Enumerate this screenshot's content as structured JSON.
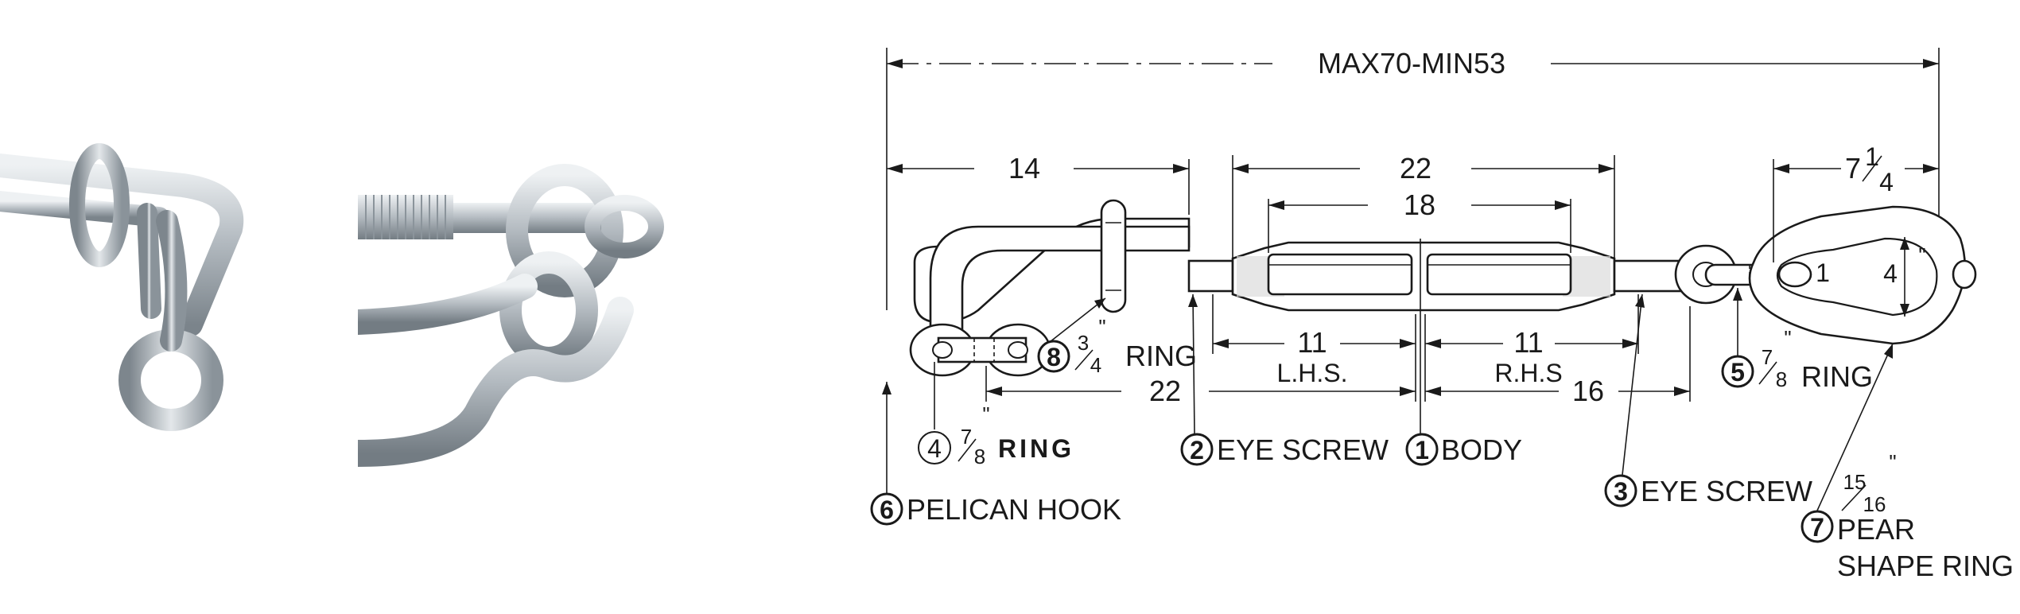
{
  "dimensions": {
    "overall": "MAX70-MIN53",
    "hook_length": "14",
    "body_outer": "22",
    "body_inner": "18",
    "lhs_value": "11",
    "lhs_label": "L.H.S.",
    "rhs_value": "11",
    "rhs_label": "R.H.S",
    "ring_to_body": "22",
    "body_to_ring": "16",
    "pear_width_whole": "7",
    "pear_width_num": "1",
    "pear_width_den": "4",
    "pear_inner_length": "1",
    "pear_inner_height": "4"
  },
  "parts": {
    "body": {
      "num": "1",
      "text": "BODY"
    },
    "eye_screw_left": {
      "num": "2",
      "text": "EYE SCREW"
    },
    "eye_screw_right": {
      "num": "3",
      "text": "EYE SCREW"
    },
    "ring_left": {
      "num": "4",
      "frac_num": "7",
      "frac_den": "8",
      "text": "RING"
    },
    "ring_right": {
      "num": "5",
      "frac_num": "7",
      "frac_den": "8",
      "text": "RING"
    },
    "pelican_hook": {
      "num": "6",
      "text": "PELICAN HOOK"
    },
    "pear_ring": {
      "num": "7",
      "frac_num": "15",
      "frac_den": "16",
      "text_line1": "PEAR",
      "text_line2": "SHAPE RING"
    },
    "hook_ring": {
      "num": "8",
      "frac_num": "3",
      "frac_den": "4",
      "text": "RING"
    }
  },
  "colors": {
    "metal": "#b8bfc5",
    "metal_dark": "#7d868d",
    "metal_light": "#e6eaed",
    "ink": "#1a1a1a"
  }
}
